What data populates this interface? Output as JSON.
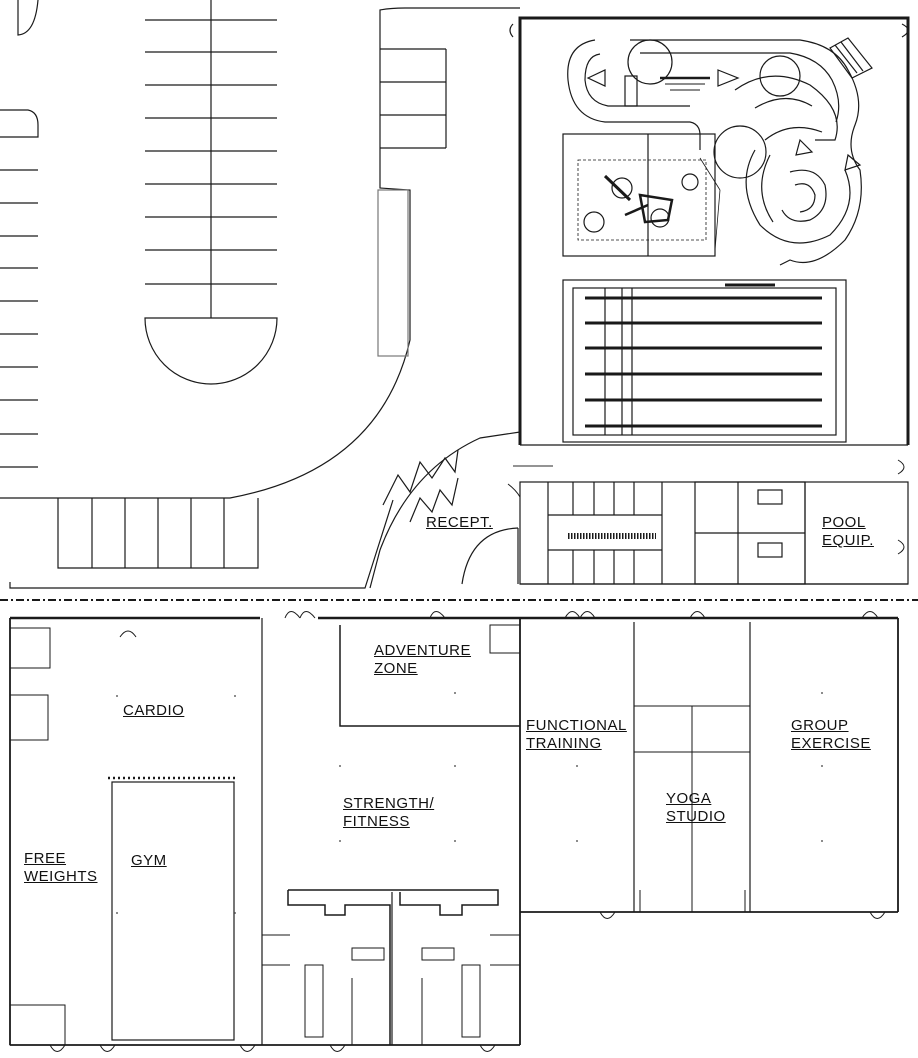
{
  "rooms": {
    "reception": "RECEPT.",
    "pool_equipment": "POOL\nEQUIP.",
    "adventure_zone": "ADVENTURE\nZONE",
    "cardio": "CARDIO",
    "functional_training": "FUNCTIONAL\nTRAINING",
    "group_exercise": "GROUP\nEXERCISE",
    "strength_fitness": "STRENGTH/\nFITNESS",
    "yoga_studio": "YOGA\nSTUDIO",
    "free_weights": "FREE\nWEIGHTS",
    "gym": "GYM"
  },
  "colors": {
    "line": "#1a1a1a",
    "light_line": "#555555",
    "background": "#ffffff"
  }
}
